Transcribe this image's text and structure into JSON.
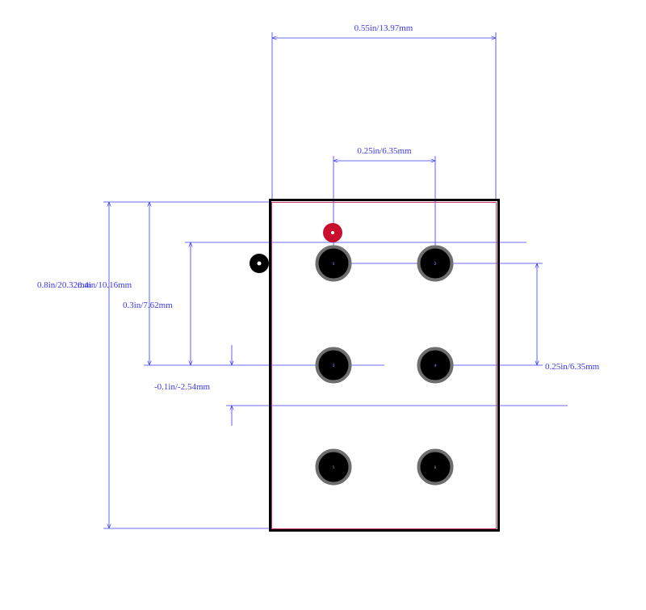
{
  "colors": {
    "dimension": "#3a3af0",
    "outline": "#000000",
    "courtyard": "#d6336c",
    "pad_ring": "#6e6e6e",
    "pad_hole": "#000000",
    "pin1_marker": "#c8102e",
    "background": "#ffffff"
  },
  "dimensions": {
    "total_width": "0.55in/13.97mm",
    "pitch_horizontal": "0.25in/6.35mm",
    "total_height": "0.8in/20.32mm",
    "height_upper": "0.4in/10.16mm",
    "height_mid": "0.3in/7.62mm",
    "offset_negative": "-0.1in/-2.54mm",
    "pitch_vertical": "0.25in/6.35mm"
  },
  "pads": [
    {
      "label": "1"
    },
    {
      "label": "2"
    },
    {
      "label": "3"
    },
    {
      "label": "4"
    },
    {
      "label": "5"
    },
    {
      "label": "6"
    }
  ]
}
